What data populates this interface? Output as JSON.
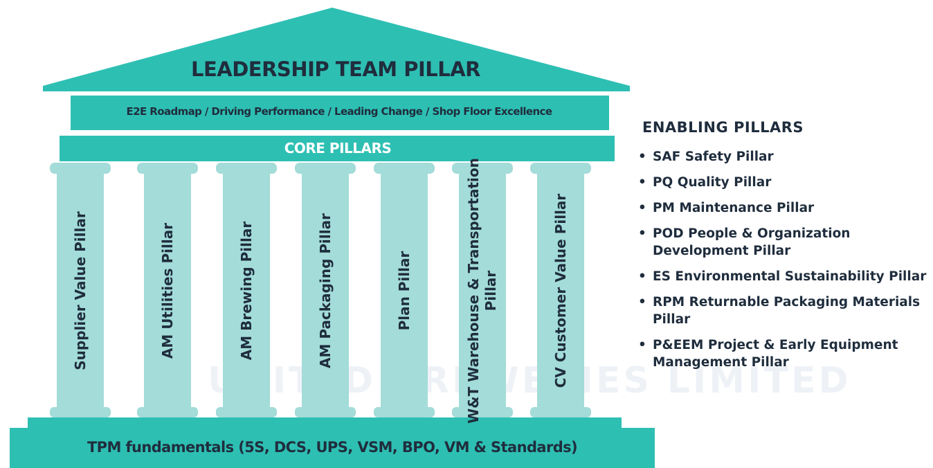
{
  "diagram": {
    "roof_title": "LEADERSHIP TEAM PILLAR",
    "frieze_text": "E2E Roadmap / Driving Performance / Leading Change / Shop Floor Excellence",
    "core_label": "CORE PILLARS",
    "pillars": [
      {
        "label": "Supplier Value Pillar"
      },
      {
        "label": "AM Utilities Pillar"
      },
      {
        "label": "AM Brewing Pillar"
      },
      {
        "label": "AM Packaging Pillar"
      },
      {
        "label": "Plan Pillar"
      },
      {
        "label": "W&T Warehouse & Transportation Pillar"
      },
      {
        "label": "CV Customer Value Pillar"
      }
    ],
    "base_text": "TPM fundamentals (5S, DCS, UPS, VSM, BPO, VM & Standards)",
    "watermark": "UNITED BREWERIES LIMITED"
  },
  "enabling": {
    "title": "ENABLING PILLARS",
    "bullet": "•",
    "items": [
      "SAF Safety Pillar",
      "PQ Quality Pillar",
      "PM Maintenance Pillar",
      "POD People & Organization Development Pillar",
      "ES Environmental Sustainability Pillar",
      "RPM Returnable Packaging Materials Pillar",
      "P&EEM Project & Early Equipment Management Pillar"
    ]
  },
  "colors": {
    "teal": "#2ebfb3",
    "teal_pillar": "#a3dcd8",
    "text_dark": "#1f2d3d",
    "watermark": "#eef2f7"
  }
}
